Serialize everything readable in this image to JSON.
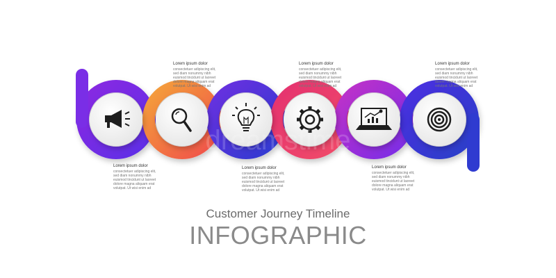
{
  "colors": {
    "purple": "#7a2ee6",
    "orange": "#f26a3d",
    "blue": "#3b35d1",
    "pink": "#e5336f",
    "magenta": "#b030d0"
  },
  "steps": [
    {
      "icon": "megaphone-icon",
      "title": "Lorem ipsum dolor",
      "body": "consectetuer adipiscing elit, sed diam nonummy nibh euismod tincidunt ut laoreet dolore magna aliquam erat volutpat. Ut wisi enim ad",
      "color": "#7a2ee6"
    },
    {
      "icon": "magnifier-icon",
      "title": "Lorem ipsum dolor",
      "body": "consectetuer adipiscing elit, sed diam nonummy nibh euismod tincidunt ut laoreet dolore magna aliquam erat volutpat. Ut wisi enim ad",
      "color": "#f26a3d"
    },
    {
      "icon": "light-bulb-icon",
      "title": "Lorem ipsum dolor",
      "body": "consectetuer adipiscing elit, sed diam nonummy nibh euismod tincidunt ut laoreet dolore magna aliquam erat volutpat. Ut wisi enim ad",
      "color": "#3b35d1"
    },
    {
      "icon": "gear-icon",
      "title": "Lorem ipsum dolor",
      "body": "consectetuer adipiscing elit, sed diam nonummy nibh euismod tincidunt ut laoreet dolore magna aliquam erat volutpat. Ut wisi enim ad",
      "color": "#e5336f"
    },
    {
      "icon": "laptop-chart-icon",
      "title": "Lorem ipsum dolor",
      "body": "consectetuer adipiscing elit, sed diam nonummy nibh euismod tincidunt ut laoreet dolore magna aliquam erat volutpat. Ut wisi enim ad",
      "color": "#b030d0"
    },
    {
      "icon": "target-icon",
      "title": "Lorem ipsum dolor",
      "body": "consectetuer adipiscing elit, sed diam nonummy nibh euismod tincidunt ut laoreet dolore magna aliquam erat volutpat. Ut wisi enim ad",
      "color": "#3b35d1"
    }
  ],
  "subtitle": "Customer Journey Timeline",
  "title": "INFOGRAPHIC"
}
